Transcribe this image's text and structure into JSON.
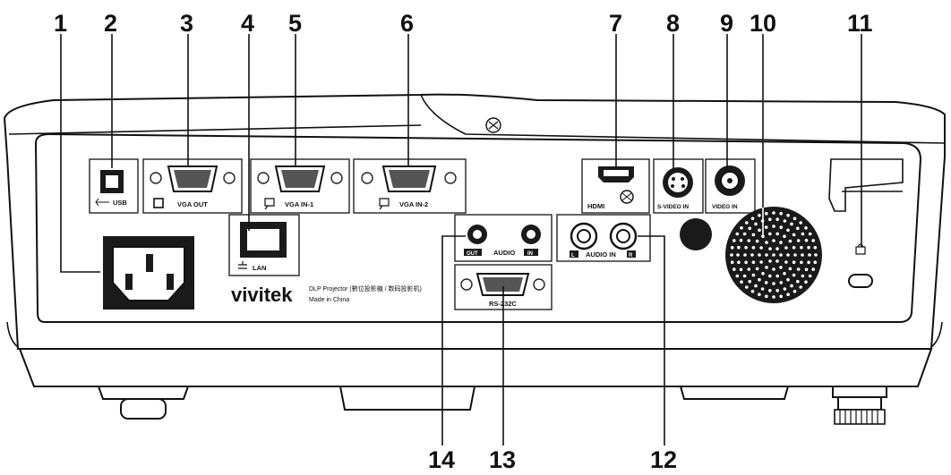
{
  "callouts": [
    {
      "id": "1",
      "text": "1"
    },
    {
      "id": "2",
      "text": "2"
    },
    {
      "id": "3",
      "text": "3"
    },
    {
      "id": "4",
      "text": "4"
    },
    {
      "id": "5",
      "text": "5"
    },
    {
      "id": "6",
      "text": "6"
    },
    {
      "id": "7",
      "text": "7"
    },
    {
      "id": "8",
      "text": "8"
    },
    {
      "id": "9",
      "text": "9"
    },
    {
      "id": "10",
      "text": "10"
    },
    {
      "id": "11",
      "text": "11"
    },
    {
      "id": "12",
      "text": "12"
    },
    {
      "id": "13",
      "text": "13"
    },
    {
      "id": "14",
      "text": "14"
    }
  ],
  "port_labels": {
    "usb": "USB",
    "vga_out": "VGA OUT",
    "vga_in_1": "VGA IN-1",
    "vga_in_2": "VGA IN-2",
    "lan": "LAN",
    "hdmi": "HDMI",
    "s_video_in": "S-VIDEO IN",
    "video_in": "VIDEO IN",
    "audio": "AUDIO",
    "audio_out": "OUT",
    "audio_in": "IN",
    "audio_in_lr": "AUDIO IN",
    "audio_l": "L",
    "audio_r": "R",
    "rs232": "RS-232C"
  },
  "product": {
    "brand": "vivitek",
    "model_line": "DLP Projector (數位投影機 / 数码投影机)",
    "origin": "Made in China"
  }
}
